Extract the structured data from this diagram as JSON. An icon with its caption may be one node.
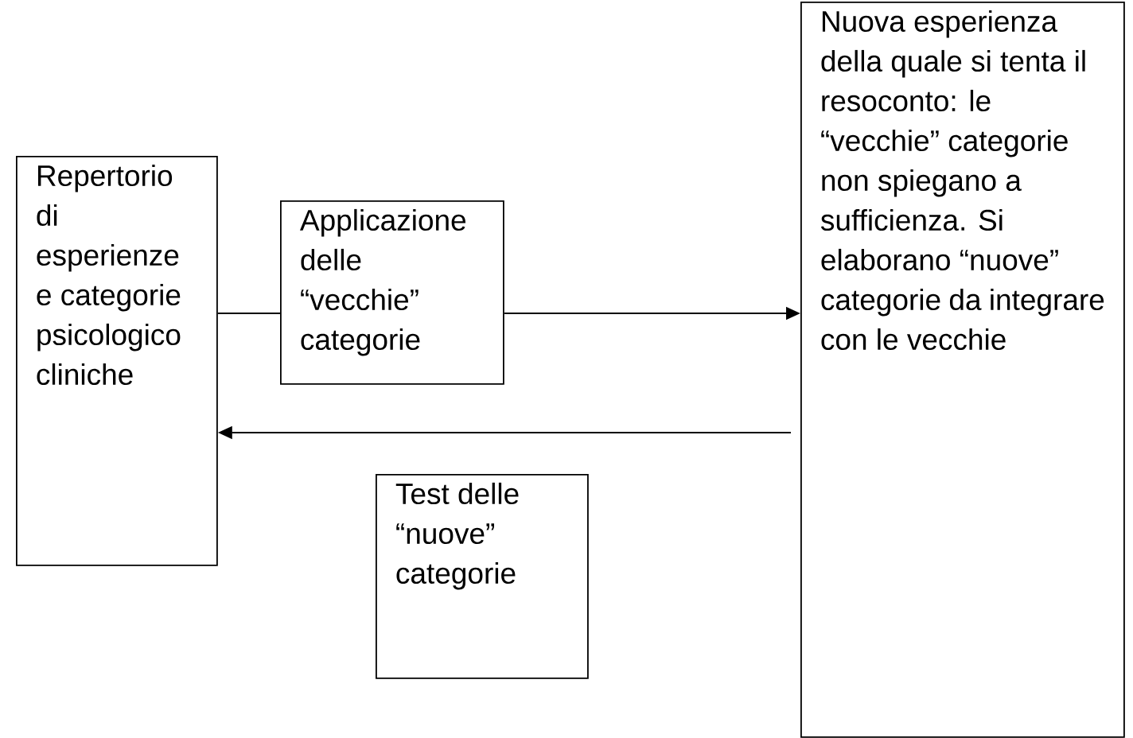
{
  "diagram": {
    "nodes": [
      {
        "text": [
          "Repertorio di esperienze e categorie psicologico cliniche"
        ]
      },
      {
        "text": [
          "Applicazione delle “vecchie” categorie"
        ]
      },
      {
        "text": [
          "Nuova esperienza della quale si tenta il resoconto: le “vecchie” categorie non spiegano a sufficienza. Si elaborano “nuove” categorie da integrare con le vecchie"
        ]
      },
      {
        "text": [
          "Test delle “nuove” categorie"
        ]
      }
    ],
    "edges": [
      {
        "from": 0,
        "to": 1,
        "arrow": "none"
      },
      {
        "from": 1,
        "to": 2,
        "arrow": "to"
      },
      {
        "from": 2,
        "to": 0,
        "arrow": "to"
      }
    ]
  }
}
